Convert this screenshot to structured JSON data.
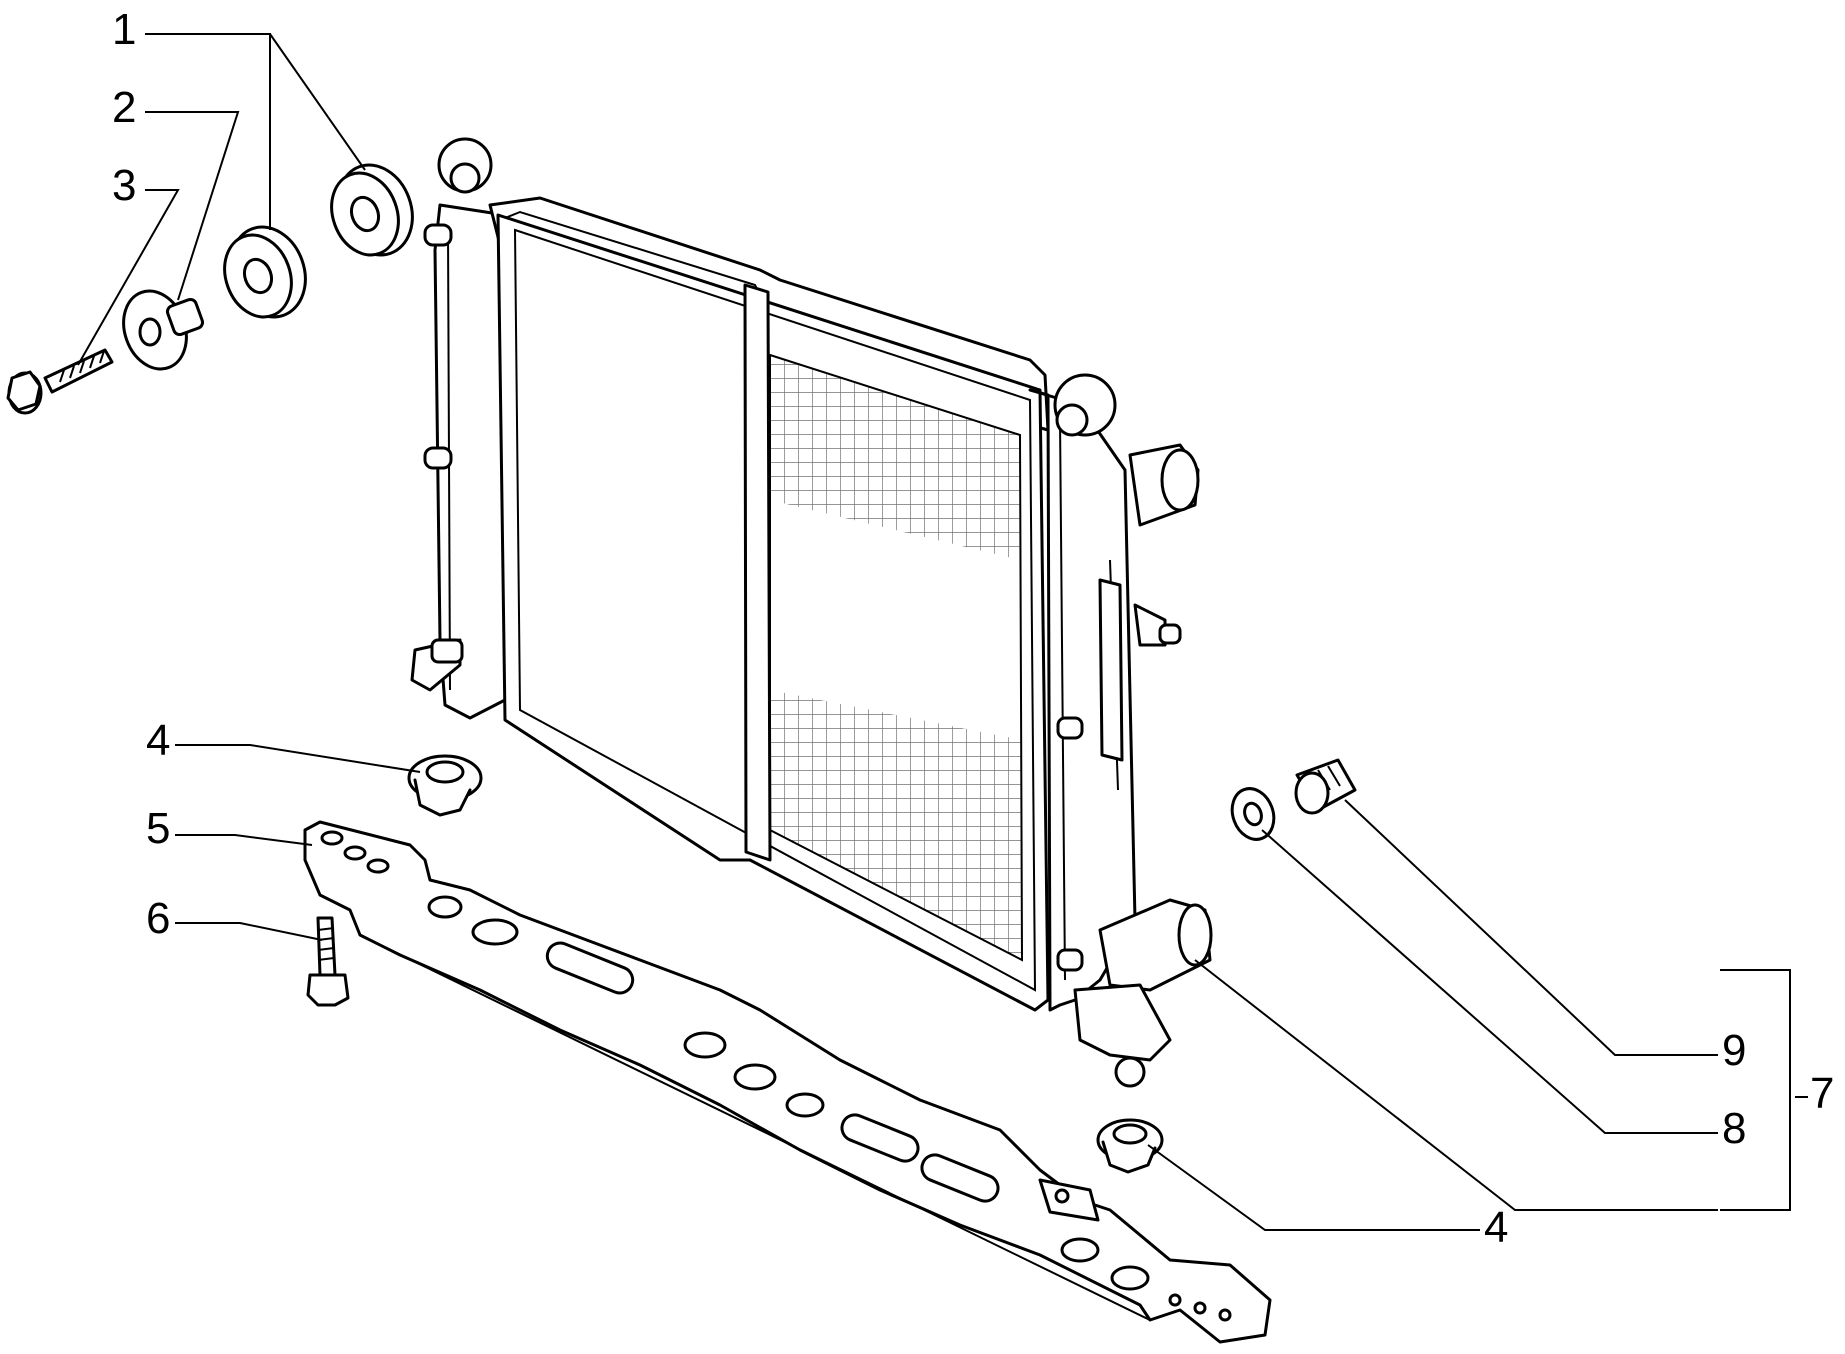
{
  "diagram": {
    "callouts": [
      {
        "id": "c1",
        "label": "1"
      },
      {
        "id": "c2",
        "label": "2"
      },
      {
        "id": "c3",
        "label": "3"
      },
      {
        "id": "c4a",
        "label": "4"
      },
      {
        "id": "c5",
        "label": "5"
      },
      {
        "id": "c6",
        "label": "6"
      },
      {
        "id": "c7",
        "label": "7"
      },
      {
        "id": "c8",
        "label": "8"
      },
      {
        "id": "c9",
        "label": "9"
      },
      {
        "id": "c4b",
        "label": "4"
      }
    ]
  }
}
